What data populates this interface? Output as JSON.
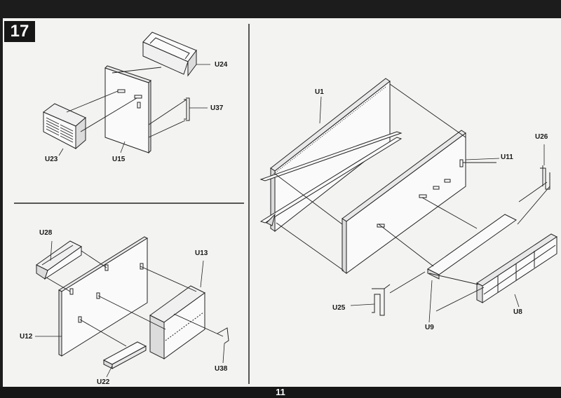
{
  "step_number": "17",
  "page_number": "11",
  "callouts": {
    "u24": "U24",
    "u37": "U37",
    "u23": "U23",
    "u15": "U15",
    "u28": "U28",
    "u13": "U13",
    "u12": "U12",
    "u22": "U22",
    "u38": "U38",
    "u1": "U1",
    "u11": "U11",
    "u26": "U26",
    "u25": "U25",
    "u9": "U9",
    "u8": "U8"
  }
}
